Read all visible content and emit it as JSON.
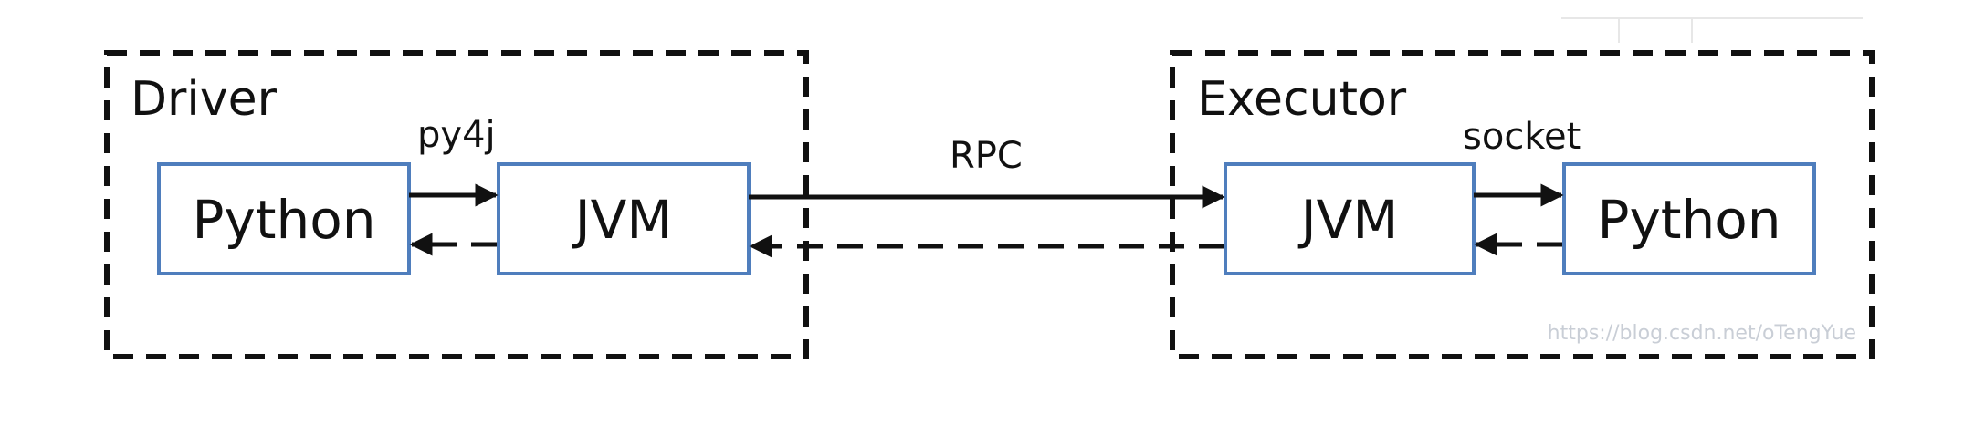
{
  "diagram": {
    "driver": {
      "title": "Driver",
      "python_box": "Python",
      "jvm_box": "JVM",
      "bridge_label": "py4j"
    },
    "executor": {
      "title": "Executor",
      "jvm_box": "JVM",
      "python_box": "Python",
      "bridge_label": "socket"
    },
    "link_label": "RPC",
    "watermark": "https://blog.csdn.net/oTengYue",
    "colors": {
      "box_border": "#4f7ebd",
      "line": "#111111",
      "background": "#ffffff"
    }
  }
}
